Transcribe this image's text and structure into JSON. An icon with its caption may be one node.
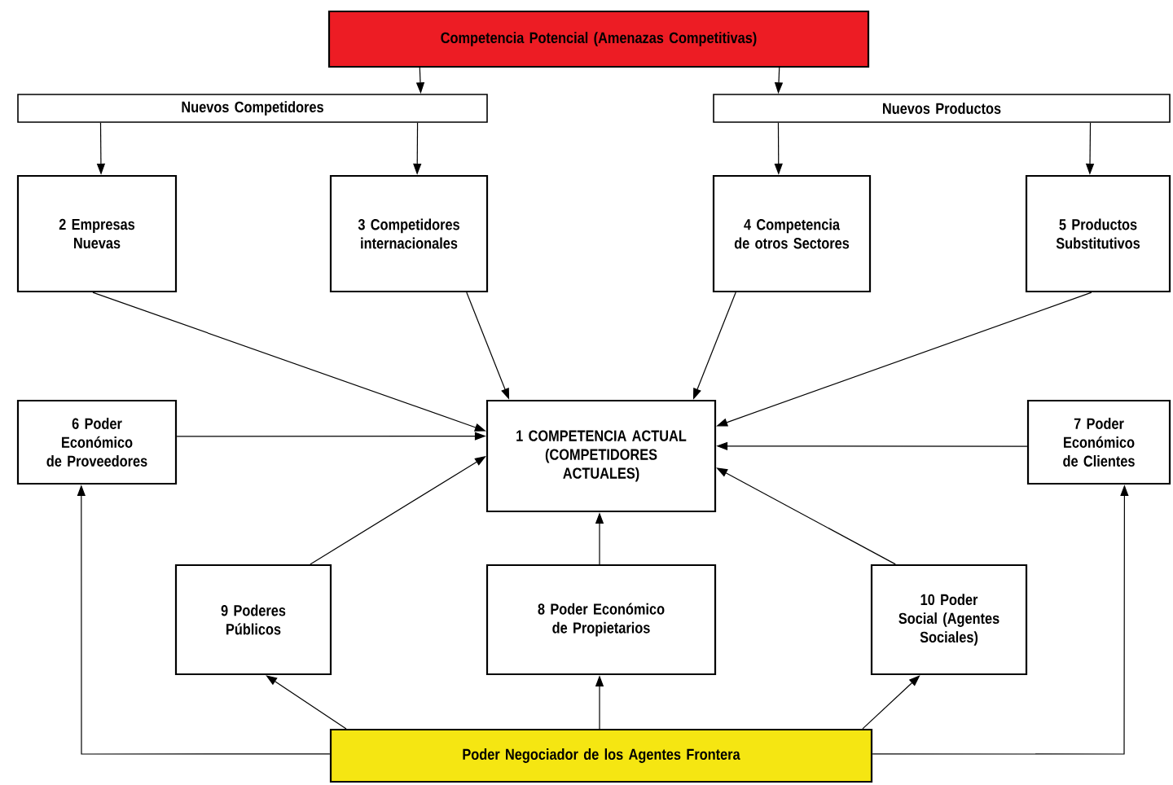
{
  "diagram": {
    "nodes": [
      {
        "text": [
          "Competencia Potencial (Amenazas Competitivas)"
        ]
      },
      {
        "text": [
          "Nuevos Competidores"
        ]
      },
      {
        "text": [
          "Nuevos Productos"
        ]
      },
      {
        "text": [
          "2 Empresas Nuevas"
        ]
      },
      {
        "text": [
          "3 Competidores internacionales"
        ]
      },
      {
        "text": [
          "4 Competencia de otros Sectores"
        ]
      },
      {
        "text": [
          "5 Productos Substitutivos"
        ]
      },
      {
        "text": [
          "6 Poder Económico de Proveedores"
        ]
      },
      {
        "text": [
          "1 COMPETENCIA ACTUAL (COMPETIDORES ACTUALES)"
        ]
      },
      {
        "text": [
          "7 Poder Económico de Clientes"
        ]
      },
      {
        "text": [
          "9 Poderes Públicos"
        ]
      },
      {
        "text": [
          "8 Poder Económico de Propietarios"
        ]
      },
      {
        "text": [
          "10 Poder Social (Agentes Sociales)"
        ]
      },
      {
        "text": [
          "Poder Negociador de los Agentes Frontera"
        ]
      }
    ],
    "edges": [
      {
        "from": 0,
        "to": 1,
        "arrow": "to"
      },
      {
        "from": 0,
        "to": 2,
        "arrow": "to"
      },
      {
        "from": 1,
        "to": 3,
        "arrow": "to"
      },
      {
        "from": 1,
        "to": 4,
        "arrow": "to"
      },
      {
        "from": 2,
        "to": 5,
        "arrow": "to"
      },
      {
        "from": 2,
        "to": 6,
        "arrow": "to"
      },
      {
        "from": 3,
        "to": 8,
        "arrow": "to"
      },
      {
        "from": 4,
        "to": 8,
        "arrow": "to"
      },
      {
        "from": 5,
        "to": 8,
        "arrow": "to"
      },
      {
        "from": 6,
        "to": 8,
        "arrow": "to"
      },
      {
        "from": 7,
        "to": 8,
        "arrow": "to"
      },
      {
        "from": 9,
        "to": 8,
        "arrow": "to"
      },
      {
        "from": 10,
        "to": 8,
        "arrow": "to"
      },
      {
        "from": 11,
        "to": 8,
        "arrow": "to"
      },
      {
        "from": 12,
        "to": 8,
        "arrow": "to"
      },
      {
        "from": 13,
        "to": 10,
        "arrow": "to"
      },
      {
        "from": 13,
        "to": 11,
        "arrow": "to"
      },
      {
        "from": 13,
        "to": 12,
        "arrow": "to"
      },
      {
        "from": 13,
        "to": 7,
        "arrow": "to"
      },
      {
        "from": 13,
        "to": 9,
        "arrow": "to"
      }
    ]
  }
}
